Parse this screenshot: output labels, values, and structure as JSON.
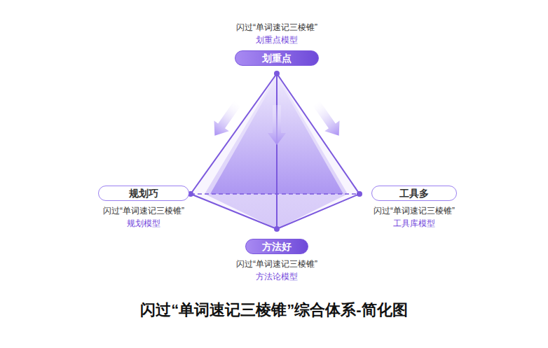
{
  "diagram": {
    "title": "闪过“单词速记三棱锥”综合体系-简化图",
    "nodes": [
      {
        "text": [
          "闪过“单词速记三棱锥”",
          "划重点模型",
          "划重点"
        ]
      },
      {
        "text": [
          "规划巧",
          "闪过“单词速记三棱锥”",
          "规划模型"
        ]
      },
      {
        "text": [
          "工具多",
          "闪过“单词速记三棱锥”",
          "工具库模型"
        ]
      },
      {
        "text": [
          "方法好",
          "闪过“单词速记三棱锥”",
          "方法论模型"
        ]
      }
    ]
  }
}
